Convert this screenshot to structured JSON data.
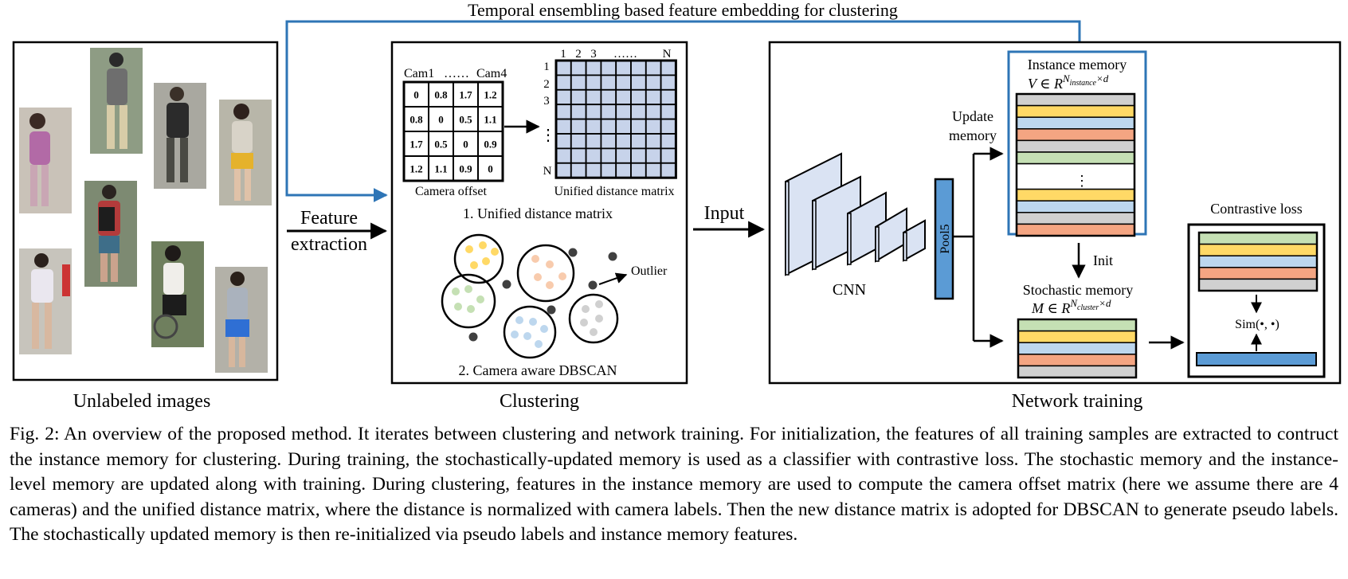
{
  "top_label": "Temporal ensembling based feature embedding for clustering",
  "panels": {
    "unlabeled_images": "Unlabeled images",
    "clustering": "Clustering",
    "network_training": "Network training"
  },
  "arrows": {
    "feature_extraction_line1": "Feature",
    "feature_extraction_line2": "extraction",
    "input": "Input"
  },
  "camera_offset": {
    "header_left": "Cam1",
    "header_dots": "……",
    "header_right": "Cam4",
    "rows": [
      [
        "0",
        "0.8",
        "1.7",
        "1.2"
      ],
      [
        "0.8",
        "0",
        "0.5",
        "1.1"
      ],
      [
        "1.7",
        "0.5",
        "0",
        "0.9"
      ],
      [
        "1.2",
        "1.1",
        "0.9",
        "0"
      ]
    ],
    "caption": "Camera offset"
  },
  "unified_matrix": {
    "col_labels": [
      "1",
      "2",
      "3",
      "……",
      "N"
    ],
    "row_labels": [
      "1",
      "2",
      "3",
      "N"
    ],
    "row_ellipsis": "⋮",
    "caption": "Unified distance matrix",
    "title": "1. Unified distance matrix"
  },
  "dbscan": {
    "outlier_label": "Outlier",
    "title": "2. Camera aware DBSCAN"
  },
  "network": {
    "cnn_label": "CNN",
    "pool_label": "Pool5",
    "update_line1": "Update",
    "update_line2": "memory",
    "init_label": "Init",
    "instance_memory_title": "Instance memory",
    "instance_memory_formula": "V ∈ R",
    "instance_memory_sup": "N",
    "instance_memory_sub": "instance",
    "instance_memory_dim": "×d",
    "instance_ellipsis": "⋮",
    "stochastic_memory_title": "Stochastic memory",
    "stochastic_memory_formula": "M ∈ R",
    "stochastic_memory_sup": "N",
    "stochastic_memory_sub": "cluster",
    "stochastic_memory_dim": "×d",
    "contrastive_loss_title": "Contrastive loss",
    "sim_label": "Sim(•, •)"
  },
  "colors": {
    "blue_arrow": "#2e75b6",
    "pool_blue": "#5b9bd5",
    "cnn_fill": "#dae3f3",
    "grid_cell": "#c7d3ea",
    "grey": "#d0d0d0",
    "yellow": "#ffd966",
    "light_blue": "#bdd7ee",
    "salmon": "#f4a582",
    "green": "#c5e0b4",
    "bar_blue": "#5b9bd5"
  },
  "caption": "Fig. 2: An overview of the proposed method. It iterates between clustering and network training. For initialization, the features of all training samples are extracted to contruct the instance memory for clustering. During training, the stochastically-updated memory is used as a classifier with contrastive loss. The stochastic memory and the instance-level memory are updated along with training. During clustering, features in the instance memory are used to compute the camera offset matrix (here we assume there are 4 cameras) and the unified distance matrix, where the distance is normalized with camera labels. Then the new distance matrix is adopted for DBSCAN to generate pseudo labels. The stochastically updated memory is then re-initialized via pseudo labels and instance memory features."
}
